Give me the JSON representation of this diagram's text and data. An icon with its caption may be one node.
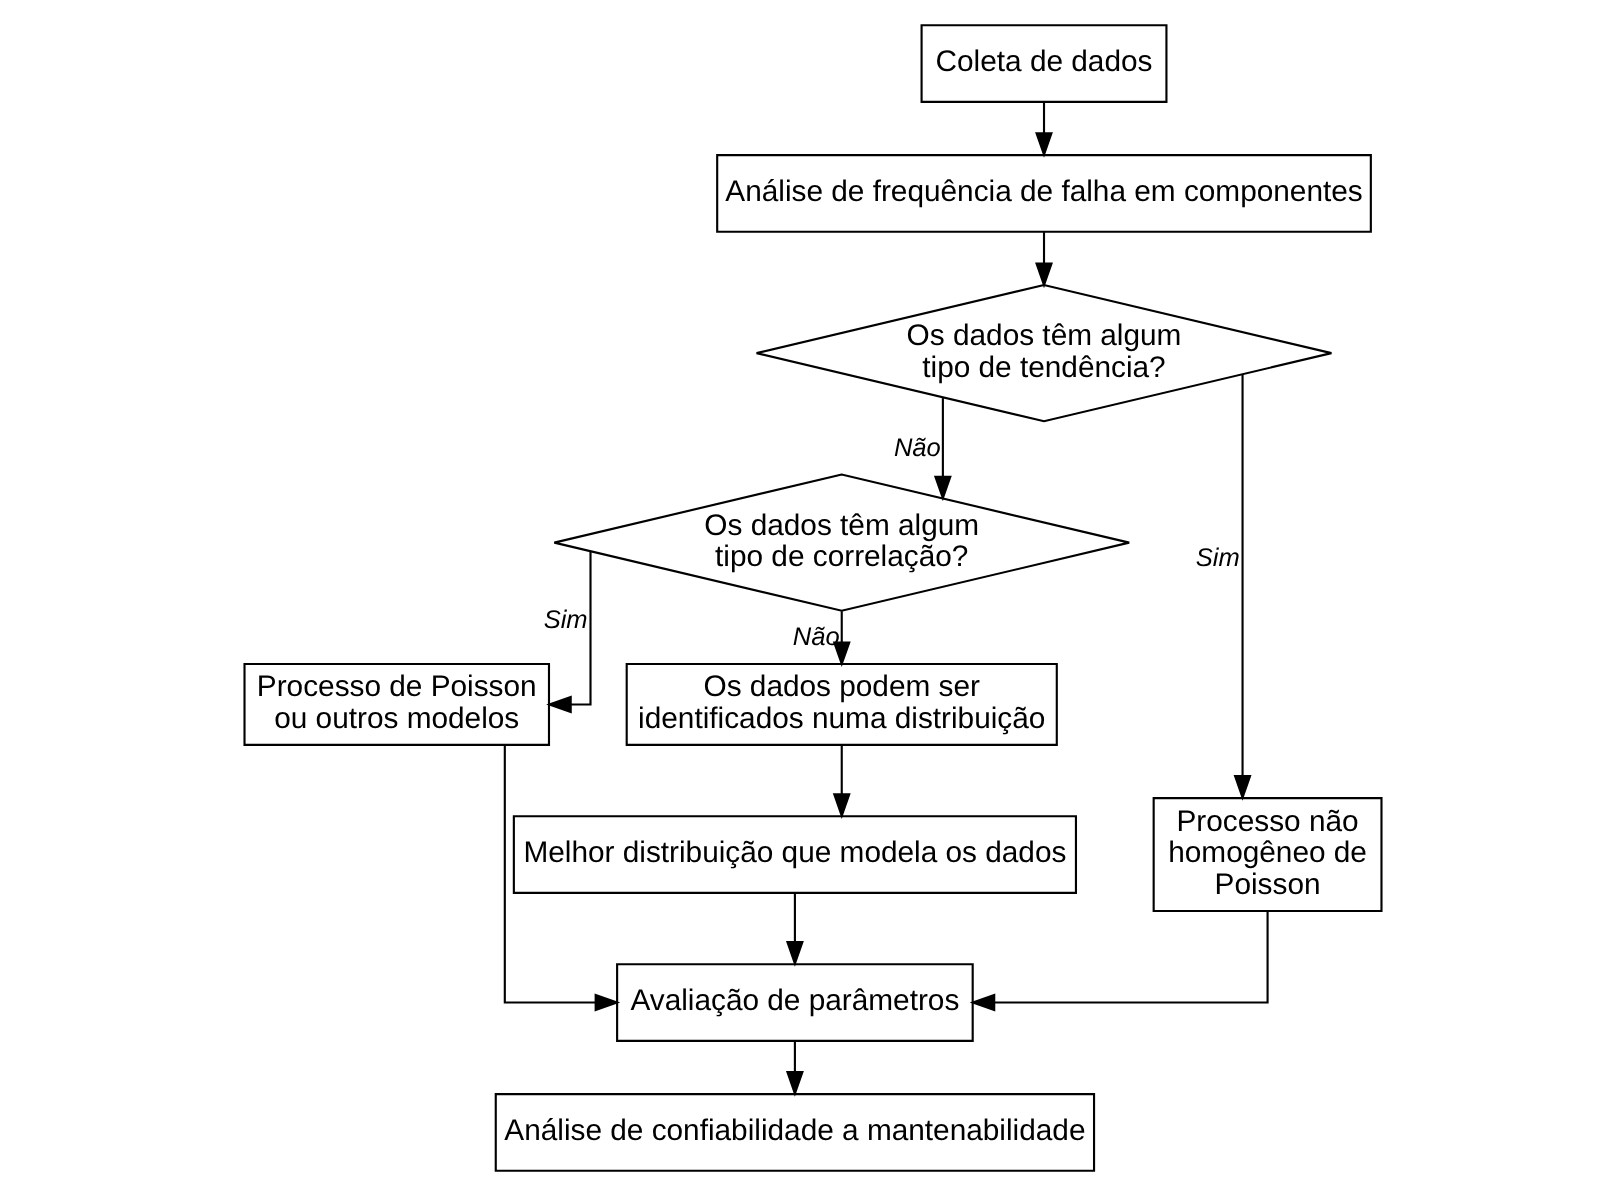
{
  "diagram": {
    "nodes": [
      {
        "text": [
          "Coleta de dados"
        ]
      },
      {
        "text": [
          "Análise de frequência de falha em componentes"
        ]
      },
      {
        "text": [
          "Os dados têm algum tipo de tendência?"
        ]
      },
      {
        "text": [
          "Os dados têm algum tipo de correlação?"
        ]
      },
      {
        "text": [
          "Processo de Poisson ou outros modelos"
        ]
      },
      {
        "text": [
          "Os dados podem ser identificados numa distribuição"
        ]
      },
      {
        "text": [
          "Processo não homogêneo de Poisson"
        ]
      },
      {
        "text": [
          "Melhor distribuição que modela os dados"
        ]
      },
      {
        "text": [
          "Avaliação de parâmetros"
        ]
      },
      {
        "text": [
          "Análise de confiabilidade a mantenabilidade"
        ]
      }
    ],
    "edges": [
      {
        "from": 0,
        "to": 1,
        "arrow": "to"
      },
      {
        "from": 1,
        "to": 2,
        "arrow": "to"
      },
      {
        "from": 2,
        "to": 6,
        "arrow": "to",
        "label": "Sim"
      },
      {
        "from": 2,
        "to": 3,
        "arrow": "to",
        "label": "Não"
      },
      {
        "from": 3,
        "to": 4,
        "arrow": "to",
        "label": "Sim"
      },
      {
        "from": 3,
        "to": 5,
        "arrow": "to",
        "label": "Não"
      },
      {
        "from": 5,
        "to": 7,
        "arrow": "to"
      },
      {
        "from": 4,
        "to": 8,
        "arrow": "to"
      },
      {
        "from": 7,
        "to": 8,
        "arrow": "to"
      },
      {
        "from": 6,
        "to": 8,
        "arrow": "to"
      },
      {
        "from": 8,
        "to": 9,
        "arrow": "to"
      }
    ]
  }
}
